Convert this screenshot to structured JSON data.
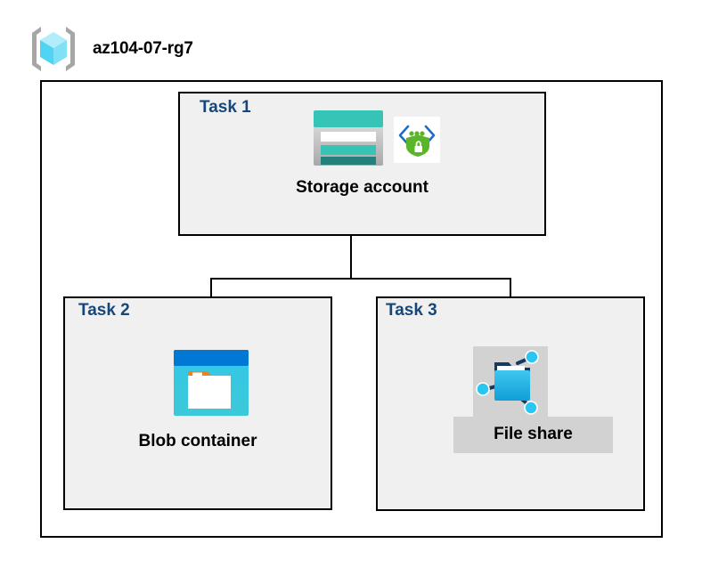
{
  "diagram": {
    "resource_group": {
      "name": "az104-07-rg7",
      "icon": "resource-group-cube-icon"
    },
    "tasks": [
      {
        "id": "task1",
        "label": "Task 1",
        "resource_label": "Storage account",
        "icons": [
          "storage-account-icon",
          "private-endpoint-shield-icon"
        ],
        "highlighted": false
      },
      {
        "id": "task2",
        "label": "Task 2",
        "resource_label": "Blob container",
        "icons": [
          "blob-container-icon"
        ],
        "highlighted": false
      },
      {
        "id": "task3",
        "label": "Task 3",
        "resource_label": "File share",
        "icons": [
          "file-share-folder-icon"
        ],
        "highlighted": true
      }
    ],
    "colors": {
      "task_label": "#16477a",
      "box_border": "#000000",
      "box_fill": "#f0f0f0",
      "canvas": "#ffffff",
      "highlight": "#d2d2d2",
      "storage_teal": "#35c4b5",
      "storage_teal_dark": "#23807b",
      "blob_blue": "#0078d4",
      "blob_cyan": "#32c8e8",
      "blob_orange": "#f08020",
      "shield_green": "#5ab52a",
      "endpoint_blue": "#1f6fc4",
      "fileshare_cyan": "#29b6e8",
      "rg_cube_cyan": "#8fe5f7",
      "rg_bracket_gray": "#a6a6a6"
    }
  }
}
